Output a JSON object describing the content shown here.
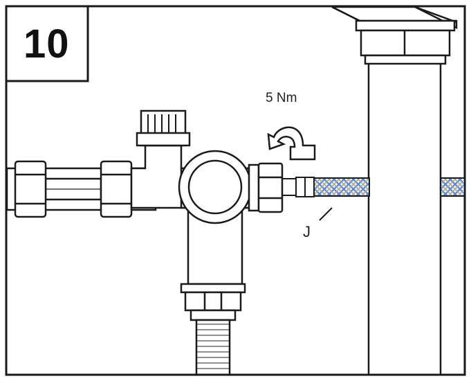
{
  "step": {
    "number": "10"
  },
  "torque": {
    "label": "5 Nm"
  },
  "part": {
    "label": "J"
  },
  "colors": {
    "line": "#1a1a1a",
    "fill": "#ffffff",
    "hose_blue": "#5b86c8",
    "hose_grey": "#9a9a9a"
  }
}
